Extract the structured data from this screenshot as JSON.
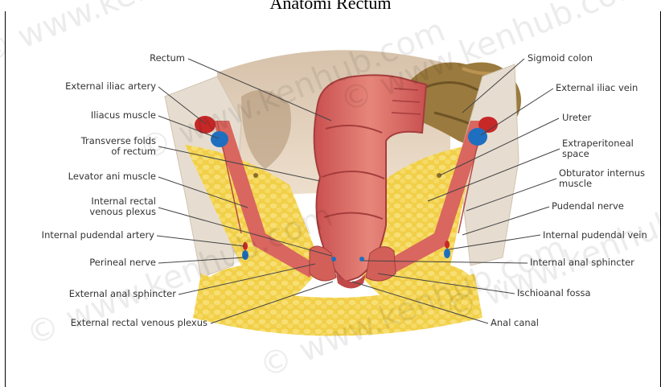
{
  "caption": "Anatomi Rectum",
  "watermark": "© www.kenhub.com",
  "colors": {
    "fat": "#f1cf48",
    "muscle": "#d9665f",
    "mucosa": "#e88478",
    "bone": "#e6ddd0",
    "artery": "#c62828",
    "vein": "#1e6fc0",
    "label": "#333333",
    "leader": "#444444"
  },
  "labels": {
    "left": [
      {
        "text": "Rectum"
      },
      {
        "text": "External iliac artery"
      },
      {
        "text": "Iliacus muscle"
      },
      {
        "text": "Transverse folds\nof rectum"
      },
      {
        "text": "Levator ani muscle"
      },
      {
        "text": "Internal rectal\nvenous plexus"
      },
      {
        "text": "Internal pudendal artery"
      },
      {
        "text": "Perineal nerve"
      },
      {
        "text": "External anal sphincter"
      },
      {
        "text": "External rectal venous plexus"
      }
    ],
    "right": [
      {
        "text": "Sigmoid colon"
      },
      {
        "text": "External iliac vein"
      },
      {
        "text": "Ureter"
      },
      {
        "text": "Extraperitoneal\nspace"
      },
      {
        "text": "Obturator internus\nmuscle"
      },
      {
        "text": "Pudendal nerve"
      },
      {
        "text": "Internal pudendal vein"
      },
      {
        "text": "Internal anal sphincter"
      },
      {
        "text": "Ischioanal fossa"
      },
      {
        "text": "Anal canal"
      }
    ]
  }
}
